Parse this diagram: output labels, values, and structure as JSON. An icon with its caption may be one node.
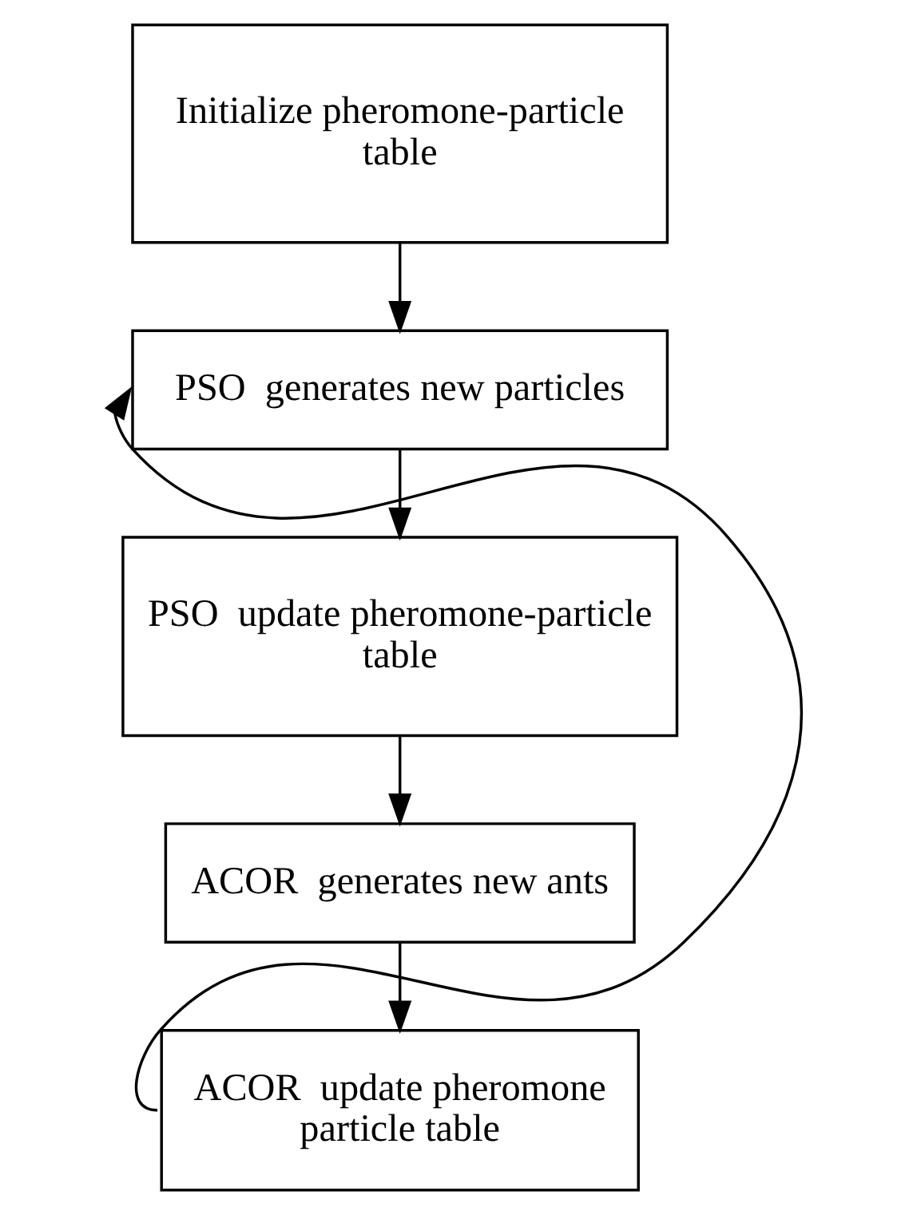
{
  "diagram": {
    "nodes": [
      {
        "text": [
          "Initialize pheromone-particle table"
        ]
      },
      {
        "text": [
          "PSO  generates new particles"
        ]
      },
      {
        "text": [
          "PSO  update pheromone-particle table"
        ]
      },
      {
        "text": [
          "ACOR  generates new ants"
        ]
      },
      {
        "text": [
          "ACOR  update pheromone particle table"
        ]
      }
    ],
    "edges": [
      {
        "from": 0,
        "to": 1,
        "arrow": "to"
      },
      {
        "from": 1,
        "to": 2,
        "arrow": "to"
      },
      {
        "from": 2,
        "to": 3,
        "arrow": "to"
      },
      {
        "from": 3,
        "to": 4,
        "arrow": "to"
      },
      {
        "from": 4,
        "to": 1,
        "arrow": "to"
      }
    ]
  }
}
